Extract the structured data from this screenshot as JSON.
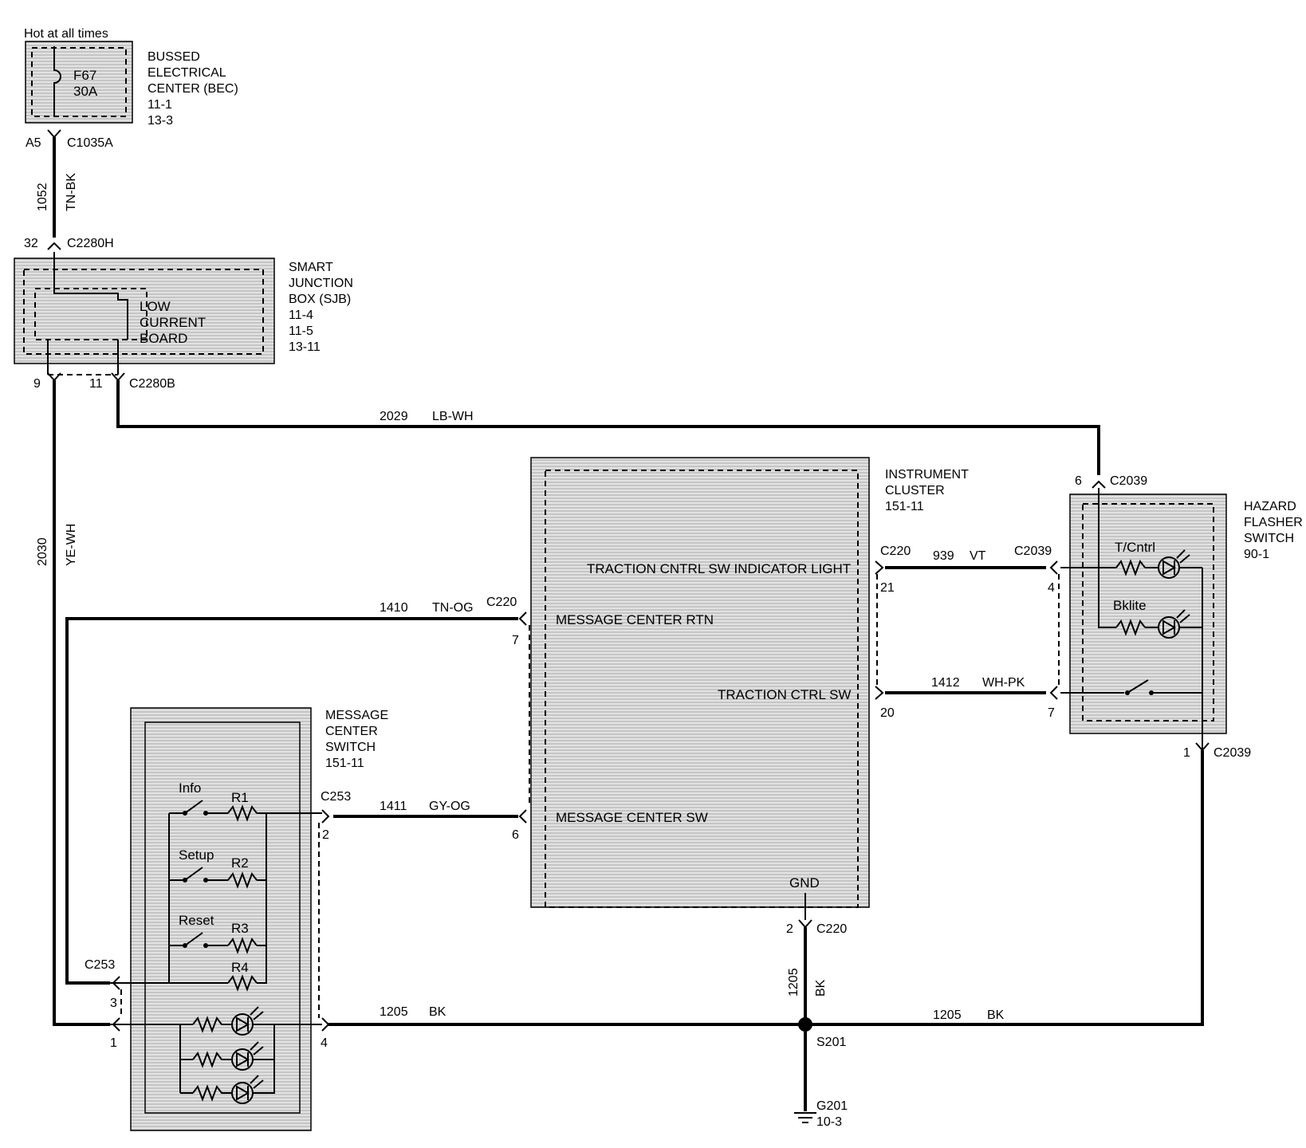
{
  "bec": {
    "hot_label": "Hot at all times",
    "fuse_id": "F67",
    "fuse_rating": "30A",
    "name_lines": [
      "BUSSED",
      "ELECTRICAL",
      "CENTER (BEC)",
      "11-1",
      "13-3"
    ],
    "pin": "A5",
    "connector": "C1035A"
  },
  "wire_1052": {
    "circuit": "1052",
    "color": "TN-BK"
  },
  "sjb": {
    "top_pin": "32",
    "top_connector": "C2280H",
    "name_lines": [
      "SMART",
      "JUNCTION",
      "BOX (SJB)",
      "11-4",
      "11-5",
      "13-11"
    ],
    "board_lines": [
      "LOW",
      "CURRENT",
      "BOARD"
    ],
    "pin_9": "9",
    "pin_11": "11",
    "bottom_connector": "C2280B"
  },
  "wire_2029": {
    "circuit": "2029",
    "color": "LB-WH"
  },
  "wire_2030": {
    "circuit": "2030",
    "color": "YE-WH"
  },
  "cluster": {
    "name_lines": [
      "INSTRUMENT",
      "CLUSTER",
      "151-11"
    ],
    "traction_light": "TRACTION CNTRL SW INDICATOR LIGHT",
    "msg_rtn": "MESSAGE CENTER RTN",
    "traction_sw": "TRACTION CTRL SW",
    "msg_sw": "MESSAGE CENTER SW",
    "gnd": "GND",
    "c220": "C220",
    "pin_21": "21",
    "pin_20": "20",
    "pin_7": "7",
    "pin_6": "6",
    "pin_2": "2"
  },
  "hazard": {
    "name_lines": [
      "HAZARD",
      "FLASHER",
      "SWITCH",
      "90-1"
    ],
    "top_pin": "6",
    "c2039": "C2039",
    "pin_4": "4",
    "pin_7": "7",
    "pin_1": "1",
    "lamp_1": "T/Cntrl",
    "lamp_2": "Bklite"
  },
  "wire_939": {
    "circuit": "939",
    "color": "VT"
  },
  "wire_1412": {
    "circuit": "1412",
    "color": "WH-PK"
  },
  "wire_1410": {
    "circuit": "1410",
    "color": "TN-OG"
  },
  "wire_1411": {
    "circuit": "1411",
    "color": "GY-OG"
  },
  "wire_1205": {
    "circuit": "1205",
    "color": "BK"
  },
  "msg_switch": {
    "name_lines": [
      "MESSAGE",
      "CENTER",
      "SWITCH",
      "151-11"
    ],
    "switch_info": "Info",
    "switch_setup": "Setup",
    "switch_reset": "Reset",
    "r1": "R1",
    "r2": "R2",
    "r3": "R3",
    "r4": "R4",
    "c253": "C253",
    "pin_2": "2",
    "pin_3": "3",
    "pin_1": "1",
    "pin_4": "4"
  },
  "ground": {
    "splice": "S201",
    "ground_id": "G201",
    "ground_ref": "10-3"
  }
}
